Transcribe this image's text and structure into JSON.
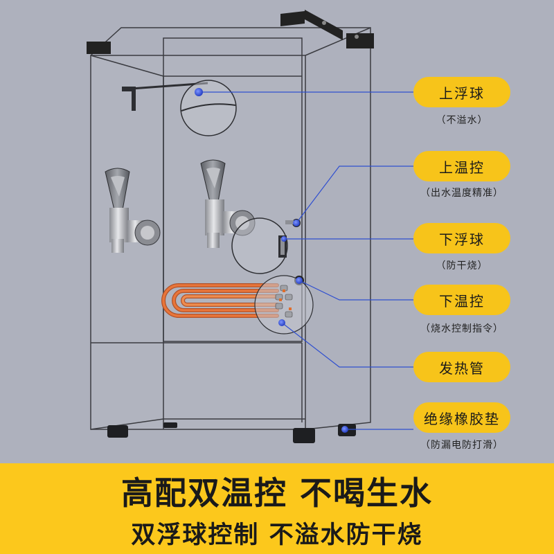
{
  "callouts": [
    {
      "label": "上浮球",
      "sublabel": "（不溢水）"
    },
    {
      "label": "上温控",
      "sublabel": "（出水温度精准）"
    },
    {
      "label": "下浮球",
      "sublabel": "（防干烧）"
    },
    {
      "label": "下温控",
      "sublabel": "（烧水控制指令）"
    },
    {
      "label": "发热管",
      "sublabel": ""
    },
    {
      "label": "绝缘橡胶垫",
      "sublabel": "（防漏电防打滑）"
    }
  ],
  "banner": {
    "line1": "高配双温控 不喝生水",
    "line2": "双浮球控制 不溢水防干烧"
  },
  "colors": {
    "accent": "#f7c41a",
    "banner": "#fcc81c",
    "background": "#aeb1bd",
    "leader_line": "#2f4fd0",
    "heating_tube": "#e8753a"
  }
}
